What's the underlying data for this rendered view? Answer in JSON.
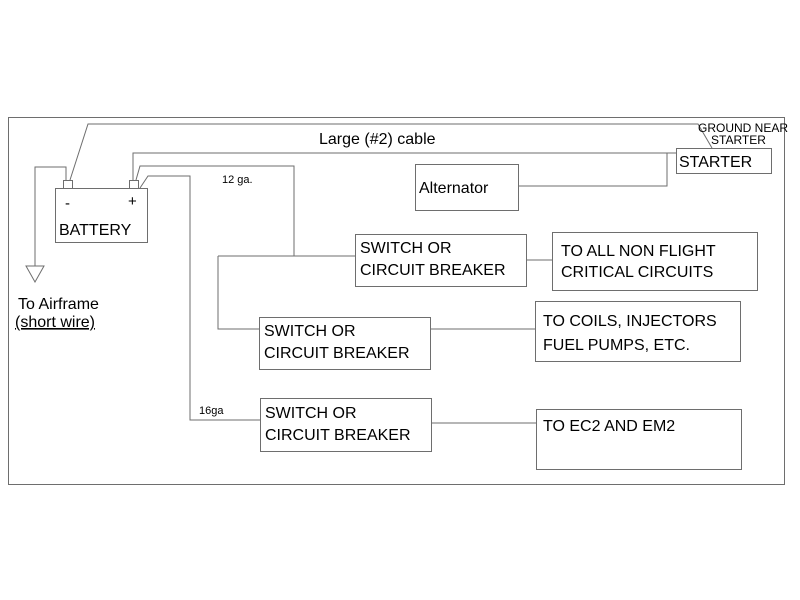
{
  "diagram": {
    "type": "electrical-wiring-schematic",
    "cable_label": "Large (#2) cable",
    "ground_label": [
      "GROUND NEAR",
      "STARTER"
    ],
    "battery": {
      "label": "BATTERY",
      "negative_symbol": "-",
      "positive_symbol": "+"
    },
    "ground": {
      "label": "To Airframe",
      "note": "(short wire)"
    },
    "wire_gauges": {
      "branch_upper": "12 ga.",
      "branch_lower": "16ga"
    },
    "components": {
      "starter": "STARTER",
      "alternator": "Alternator"
    },
    "switches": [
      {
        "line1": "SWITCH OR",
        "line2": "CIRCUIT BREAKER"
      },
      {
        "line1": "SWITCH OR",
        "line2": "CIRCUIT BREAKER"
      },
      {
        "line1": "SWITCH OR",
        "line2": "CIRCUIT BREAKER"
      }
    ],
    "loads": [
      {
        "line1": "TO ALL NON FLIGHT",
        "line2": "CRITICAL CIRCUITS"
      },
      {
        "line1": "TO COILS, INJECTORS",
        "line2": "FUEL PUMPS, ETC."
      },
      {
        "line1": "TO EC2 AND EM2",
        "line2": ""
      }
    ],
    "colors": {
      "line": "#6e6e6e",
      "text": "#000000",
      "background": "#ffffff"
    }
  }
}
